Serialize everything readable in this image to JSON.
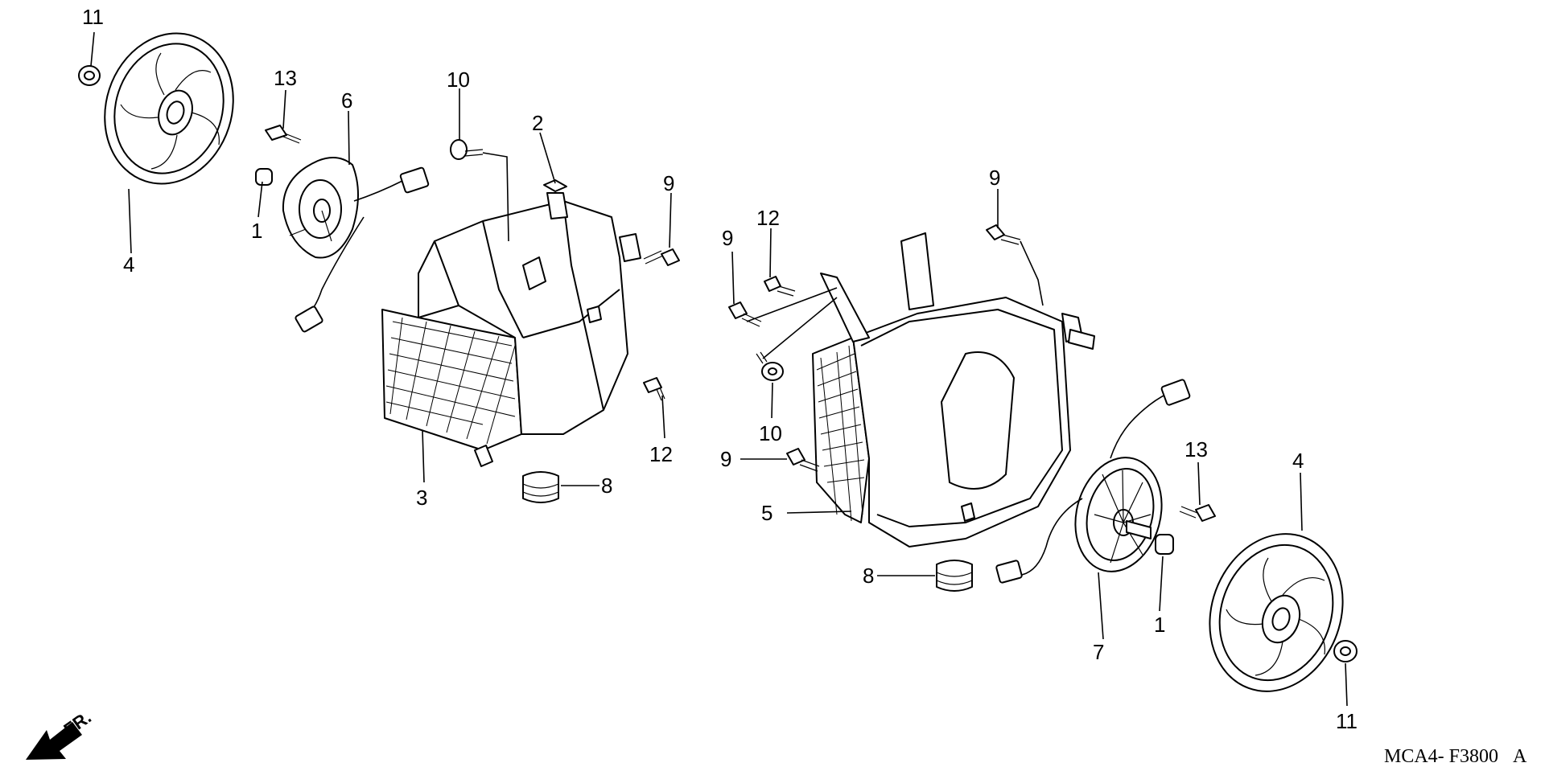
{
  "callouts": {
    "c11a": "11",
    "c13a": "13",
    "c6": "6",
    "c10a": "10",
    "c2": "2",
    "c9a": "9",
    "c1a": "1",
    "c4a": "4",
    "c3": "3",
    "c8a": "8",
    "c12a": "12",
    "c9b": "9",
    "c12b": "12",
    "c9c": "9",
    "c10b": "10",
    "c9d": "9",
    "c5": "5",
    "c13b": "13",
    "c4b": "4",
    "c8b": "8",
    "c1b": "1",
    "c7": "7",
    "c11b": "11"
  },
  "direction_label": "FR.",
  "diagram_code": "MCA4- F3800",
  "diagram_code_suffix": "A"
}
